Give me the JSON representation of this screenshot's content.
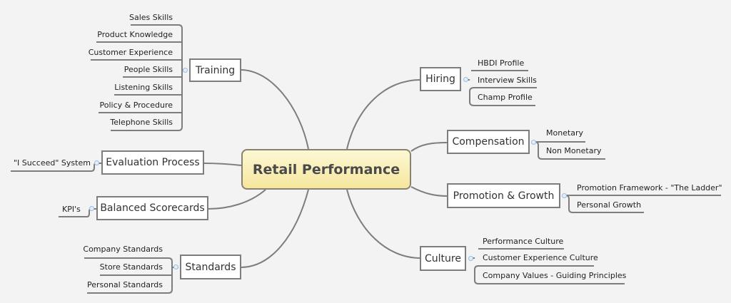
{
  "central": {
    "label": "Retail Performance"
  },
  "left_topics": [
    {
      "label": "Training",
      "children": [
        "Sales Skills",
        "Product Knowledge",
        "Customer Experience",
        "People Skills",
        "Listening Skills",
        "Policy & Procedure",
        "Telephone Skills"
      ]
    },
    {
      "label": "Evaluation Process",
      "children": [
        "\"I Succeed\" System"
      ]
    },
    {
      "label": "Balanced Scorecards",
      "children": [
        "KPI's"
      ]
    },
    {
      "label": "Standards",
      "children": [
        "Company Standards",
        "Store Standards",
        "Personal Standards"
      ]
    }
  ],
  "right_topics": [
    {
      "label": "Hiring",
      "children": [
        "HBDI Profile",
        "Interview Skills",
        "Champ Profile"
      ]
    },
    {
      "label": "Compensation",
      "children": [
        "Monetary",
        "Non Monetary"
      ]
    },
    {
      "label": "Promotion & Growth",
      "children": [
        "Promotion Framework - \"The Ladder\"",
        "Personal Growth"
      ]
    },
    {
      "label": "Culture",
      "children": [
        "Performance Culture",
        "Customer Experience Culture",
        "Company Values - Guiding Principles"
      ]
    }
  ],
  "colors": {
    "line": "#7d7d7d",
    "central_fill": "#f6e79e",
    "background": "#f3f3f3"
  }
}
